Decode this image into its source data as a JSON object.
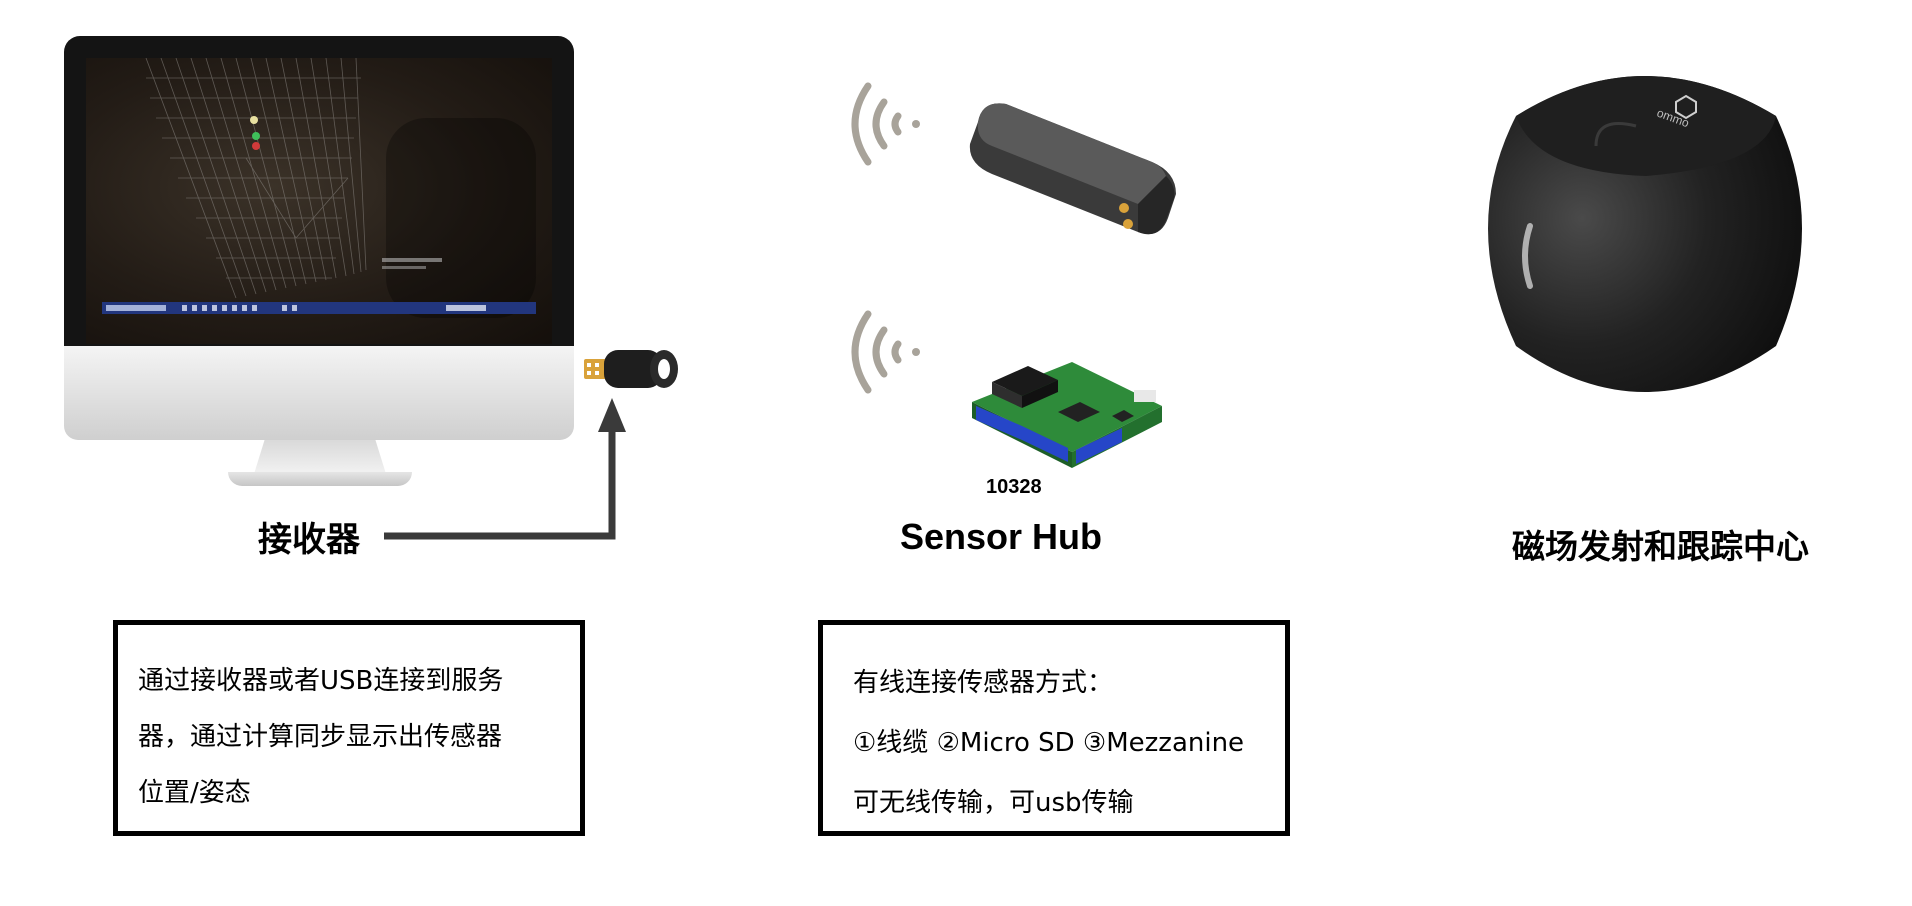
{
  "receiver": {
    "label": "接收器"
  },
  "sensor_hub": {
    "label": "Sensor Hub",
    "board_code": "10328"
  },
  "emitter": {
    "label": "磁场发射和跟踪中心",
    "brand_text": "ommo"
  },
  "left_box": {
    "lines": [
      "通过接收器或者USB连接到服务",
      "器，通过计算同步显示出传感器",
      "位置/姿态"
    ]
  },
  "right_box": {
    "lines": [
      "有线连接传感器方式：",
      "①线缆 ②Micro SD ③Mezzanine",
      "可无线传输，可usb传输"
    ]
  },
  "colors": {
    "arrow": "#3a3a3a",
    "wifi": "#a8a39a",
    "device": "#2a2a2a",
    "board_green": "#2e8b3a",
    "board_blue": "#2646c8"
  }
}
